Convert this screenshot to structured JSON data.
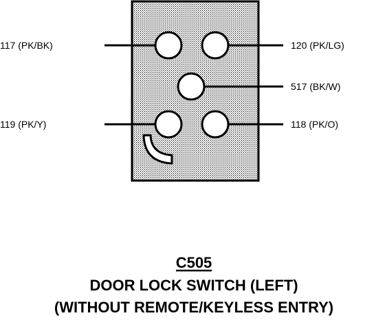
{
  "connector": {
    "id": "C505",
    "pins": [
      {
        "circuit": "117",
        "color": "(PK/BK)",
        "side": "left"
      },
      {
        "circuit": "120",
        "color": "(PK/LG)",
        "side": "right"
      },
      {
        "circuit": "517",
        "color": "(BK/W)",
        "side": "right"
      },
      {
        "circuit": "119",
        "color": "(PK/Y)",
        "side": "left"
      },
      {
        "circuit": "118",
        "color": "(PK/O)",
        "side": "right"
      }
    ]
  },
  "caption": {
    "title": "C505",
    "line2": "DOOR LOCK SWITCH (LEFT)",
    "line3": "(WITHOUT REMOTE/KEYLESS ENTRY)"
  },
  "colors": {
    "ink": "#000000",
    "body_fill": "#c8c8c8",
    "background": "#ffffff"
  }
}
